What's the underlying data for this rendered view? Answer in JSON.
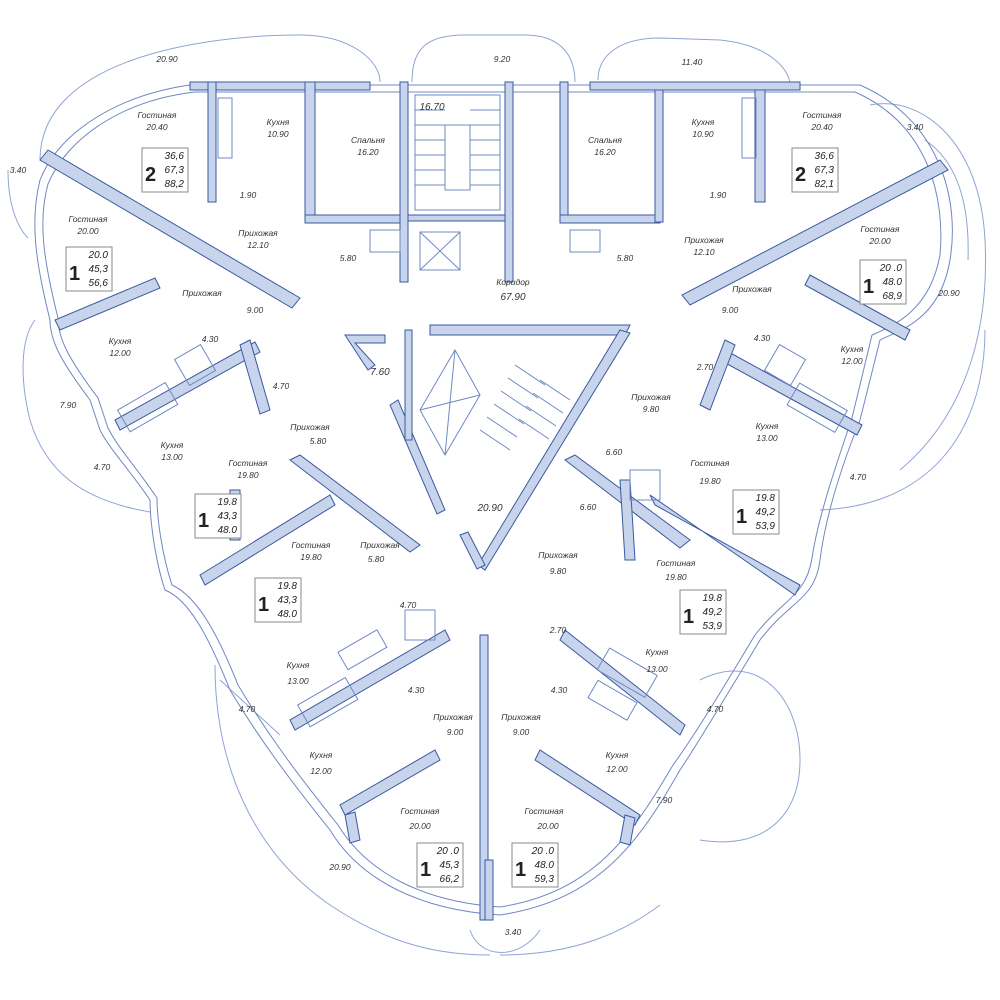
{
  "balconies": {
    "top_left": "20.90",
    "top_center": "9.20",
    "top_right": "11.40",
    "left_upper": "3.40",
    "right_upper": "3.40",
    "left_mid": "7.90",
    "left_low": "4.70",
    "right_mid": "20.90",
    "right_low": "4.70",
    "bottom_left_a": "4.70",
    "bottom_left_b": "20.90",
    "bottom_right_a": "4.70",
    "bottom_right_b": "7.90",
    "bottom": "3.40"
  },
  "core": {
    "stair_top": "16.70",
    "corridor_label": "Коридор",
    "corridor_area": "67.90",
    "lobby": "7.60",
    "stair_center": "20.90"
  },
  "rooms": [
    {
      "label": "Гостиная",
      "area": "20.40"
    },
    {
      "label": "Кухня",
      "area": "10.90"
    },
    {
      "label": "Спальня",
      "area": "16.20"
    },
    {
      "label": "Спальня",
      "area": "16.20"
    },
    {
      "label": "Кухня",
      "area": "10.90"
    },
    {
      "label": "Гостиная",
      "area": "20.40"
    },
    {
      "label": "Гостиная",
      "area": "20.00"
    },
    {
      "label": "Прихожая",
      "area": "12.10"
    },
    {
      "label": "Прихожая",
      "area": "12.10"
    },
    {
      "label": "Гостиная",
      "area": "20.00"
    },
    {
      "label": "Прихожая",
      "area": "9.00"
    },
    {
      "label": "Прихожая",
      "area": "9.00"
    },
    {
      "label": "Кухня",
      "area": "12.00"
    },
    {
      "label": "Кухня",
      "area": "12.00"
    },
    {
      "label": "Прихожая",
      "area": "9.80"
    },
    {
      "label": "Кухня",
      "area": "13.00"
    },
    {
      "label": "Прихожая",
      "area": "5.80"
    },
    {
      "label": "Кухня",
      "area": "13.00"
    },
    {
      "label": "Гостиная",
      "area": "19.80"
    },
    {
      "label": "Гостиная",
      "area": "19.80"
    },
    {
      "label": "Гостиная",
      "area": "19.80"
    },
    {
      "label": "Прихожая",
      "area": "5.80"
    },
    {
      "label": "Прихожая",
      "area": "9.80"
    },
    {
      "label": "Гостиная",
      "area": "19.80"
    },
    {
      "label": "Кухня",
      "area": "13.00"
    },
    {
      "label": "Кухня",
      "area": "13.00"
    },
    {
      "label": "Прихожая",
      "area": "9.00"
    },
    {
      "label": "Прихожая",
      "area": "9.00"
    },
    {
      "label": "Кухня",
      "area": "12.00"
    },
    {
      "label": "Кухня",
      "area": "12.00"
    },
    {
      "label": "Гостиная",
      "area": "20.00"
    },
    {
      "label": "Гостиная",
      "area": "20.00"
    }
  ],
  "small": [
    "1.90",
    "1.90",
    "5.80",
    "5.80",
    "4.30",
    "4.30",
    "4.70",
    "2.70",
    "6.60",
    "6.60",
    "4.70",
    "2.70",
    "4.30",
    "4.30"
  ],
  "apartments": [
    {
      "rooms": "2",
      "living": "36,6",
      "usable": "67,3",
      "total": "88,2"
    },
    {
      "rooms": "2",
      "living": "36,6",
      "usable": "67,3",
      "total": "82,1"
    },
    {
      "rooms": "1",
      "living": "20.0",
      "usable": "45,3",
      "total": "56,6"
    },
    {
      "rooms": "1",
      "living": "20 .0",
      "usable": "48.0",
      "total": "68,9"
    },
    {
      "rooms": "1",
      "living": "19.8",
      "usable": "43,3",
      "total": "48.0"
    },
    {
      "rooms": "1",
      "living": "19.8",
      "usable": "49,2",
      "total": "53,9"
    },
    {
      "rooms": "1",
      "living": "19.8",
      "usable": "43,3",
      "total": "48.0"
    },
    {
      "rooms": "1",
      "living": "19.8",
      "usable": "49,2",
      "total": "53,9"
    },
    {
      "rooms": "1",
      "living": "20 .0",
      "usable": "45,3",
      "total": "66,2"
    },
    {
      "rooms": "1",
      "living": "20 .0",
      "usable": "48.0",
      "total": "59,3"
    }
  ]
}
